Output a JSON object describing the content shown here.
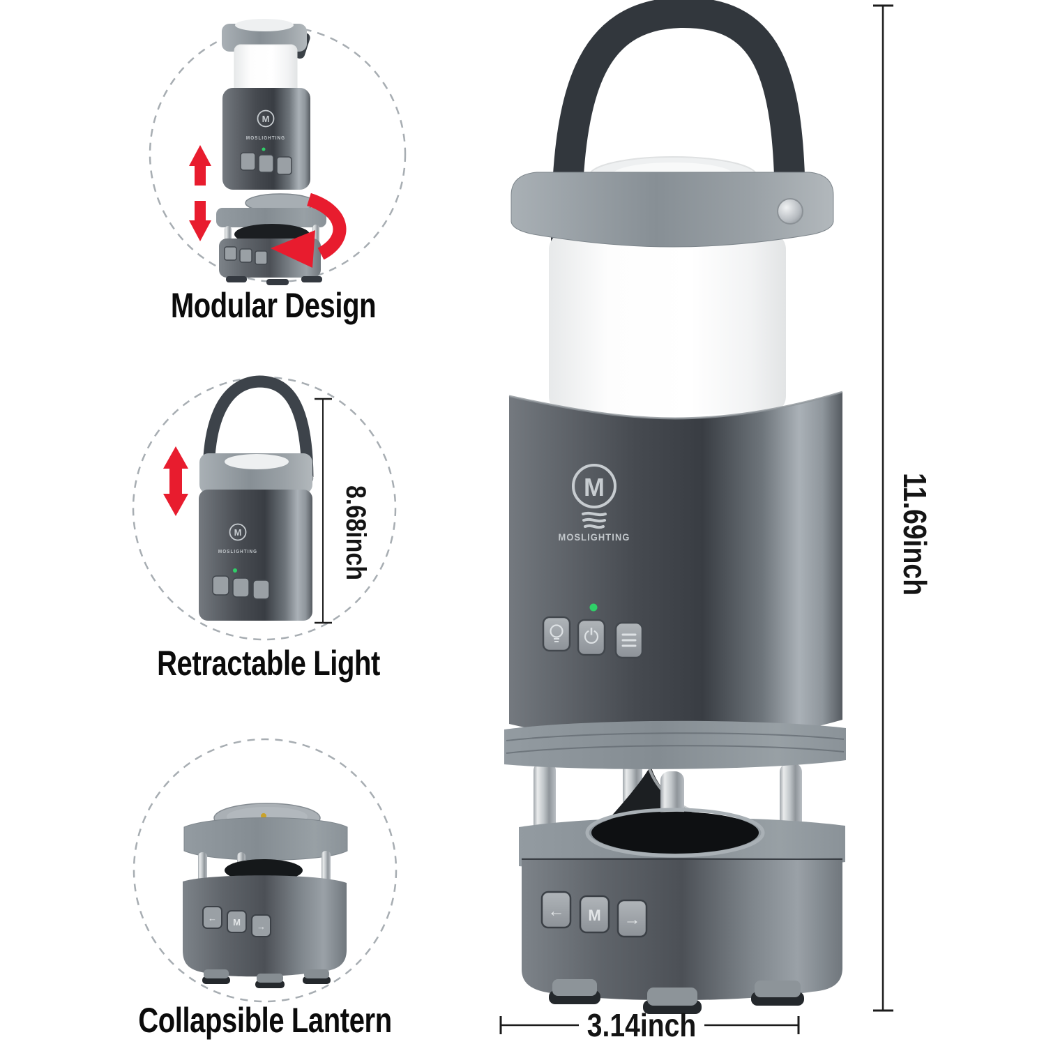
{
  "page": {
    "background": "#ffffff"
  },
  "captions": {
    "modular_design": "Modular Design",
    "retractable_light": "Retractable Light",
    "collapsible_lantern": "Collapsible Lantern"
  },
  "dimensions": {
    "height": "11.69inch",
    "inset_height": "8.68inch",
    "width": "3.14inch"
  },
  "brand": {
    "name": "MOSLIGHTING",
    "logo_letter": "M"
  },
  "buttons": {
    "body": [
      {
        "name": "light-mode-button",
        "icon": "bulb-icon"
      },
      {
        "name": "power-button",
        "icon": "power-icon"
      },
      {
        "name": "menu-button",
        "icon": "menu-icon"
      }
    ],
    "base": [
      {
        "label": "←"
      },
      {
        "label": "M"
      },
      {
        "label": "→"
      }
    ]
  },
  "indicators": {
    "status_led": "on"
  },
  "colors": {
    "accent_red": "#e81c2e",
    "led_green": "#2fd068",
    "dimension_line": "#1b1b1b",
    "caption_text": "#0b0b0b",
    "body_dark": "#43474d",
    "cap_gray": "#8f979c",
    "handle_dark": "#32373d"
  }
}
